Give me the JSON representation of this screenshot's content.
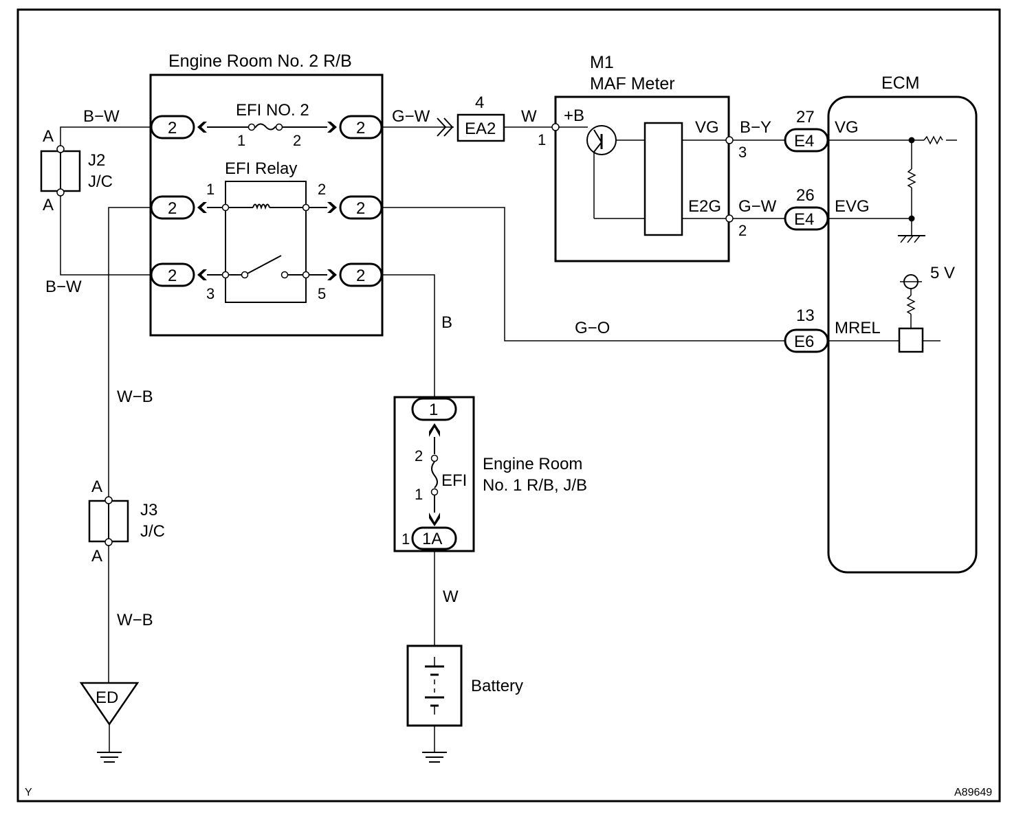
{
  "frame": {
    "code_left": "Y",
    "code_right": "A89649"
  },
  "components": {
    "er2": {
      "title": "Engine Room No. 2 R/B",
      "fuse": "EFI NO. 2",
      "relay": "EFI Relay",
      "connector": "2"
    },
    "j2": {
      "name": "J2",
      "type": "J/C",
      "pin": "A"
    },
    "j3": {
      "name": "J3",
      "type": "J/C",
      "pin": "A"
    },
    "ea2": {
      "label": "EA2",
      "pin": "4"
    },
    "maf": {
      "code": "M1",
      "name": "MAF Meter",
      "plusb": "+B",
      "vg": "VG",
      "e2g": "E2G"
    },
    "ecm": {
      "title": "ECM",
      "vg": "VG",
      "evg": "EVG",
      "mrel": "MREL",
      "vref": "5 V"
    },
    "er1": {
      "title1": "Engine Room",
      "title2": "No. 1 R/B, J/B",
      "fuse": "EFI",
      "top": "1",
      "bottom": "1A"
    },
    "battery": {
      "label": "Battery"
    },
    "ground": {
      "label": "ED"
    }
  },
  "pins": {
    "fuse_l": "1",
    "fuse_r": "2",
    "relay_1": "1",
    "relay_2": "2",
    "relay_3": "3",
    "relay_5": "5",
    "maf_1": "1",
    "maf_3": "3",
    "maf_2": "2",
    "ecm_vg": "27",
    "ecm_evg": "26",
    "ecm_mrel": "13",
    "e4": "E4",
    "e6": "E6",
    "er1_2": "2",
    "er1_1": "1",
    "er1_1a": "1"
  },
  "wires": {
    "bw": "B−W",
    "gw": "G−W",
    "w": "W",
    "by": "B−Y",
    "go": "G−O",
    "b": "B",
    "wb": "W−B"
  }
}
